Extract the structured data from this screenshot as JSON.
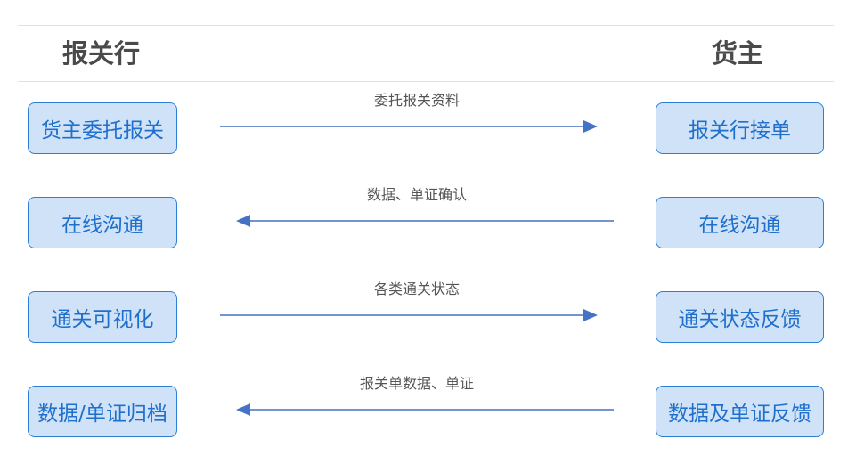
{
  "headers": {
    "left": "报关行",
    "right": "货主"
  },
  "rows": [
    {
      "left_label": "货主委托报关",
      "right_label": "报关行接单",
      "message": "委托报关资料",
      "direction": "right"
    },
    {
      "left_label": "在线沟通",
      "right_label": "在线沟通",
      "message": "数据、单证确认",
      "direction": "left"
    },
    {
      "left_label": "通关可视化",
      "right_label": "通关状态反馈",
      "message": "各类通关状态",
      "direction": "right"
    },
    {
      "left_label": "数据/单证归档",
      "right_label": "数据及单证反馈",
      "message": "报关单数据、单证",
      "direction": "left"
    }
  ],
  "colors": {
    "box_fill": "#cfe2f8",
    "box_border": "#2b7fd6",
    "box_text": "#1f70cc",
    "arrow": "#4472c4",
    "header_text": "#4a4a4a"
  }
}
